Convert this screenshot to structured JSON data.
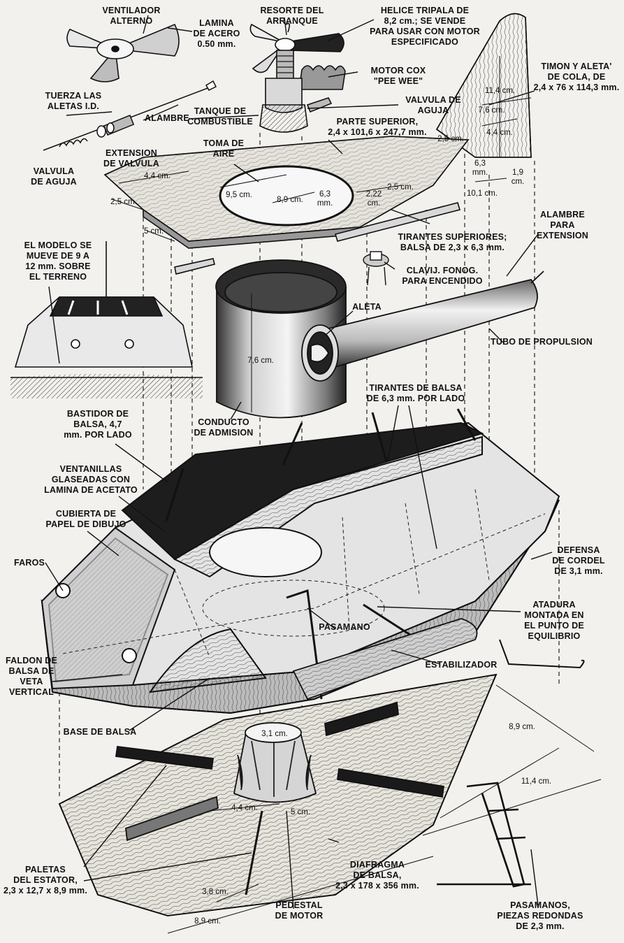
{
  "labels": {
    "ventilador": "VENTILADOR ALTERNO",
    "resorte": "RESORTE DEL ARRANQUE",
    "helice": "HELICE TRIPALA DE\n8,2 cm.; SE VENDE\nPARA USAR CON MOTOR\nESPECIFICADO",
    "lamina": "LAMINA\nDE ACERO\n0.50 mm.",
    "motor_cox": "MOTOR COX\n\"PEE WEE\"",
    "valvula_aguja_top": "VALVULA DE AGUJA",
    "timon": "TIMON Y ALETA'\nDE COLA, DE\n2,4 x 76 x 114,3 mm.",
    "tuerza": "TUERZA LAS\nALETAS I.D.",
    "alambre": "ALAMBRE",
    "tanque": "TANQUE DE\nCOMBUSTIBLE",
    "parte_superior": "PARTE SUPERIOR,\n2,4 x 101,6 x 247,7 mm.",
    "extension_valvula": "EXTENSION\nDE VALVULA",
    "valvula_aguja_left": "VALVULA\nDE AGUJA",
    "toma_aire": "TOMA DE\nAIRE",
    "tirantes_superiores": "TIRANTES SUPERIORES;\nBALSA DE 2,3 x 6,3 mm.",
    "alambre_extension": "ALAMBRE\nPARA\nEXTENSION",
    "modelo": "EL MODELO SE\nMUEVE DE 9 A\n12 mm. SOBRE\nEL TERRENO",
    "clavij": "CLAVIJ. FONOG.\nPARA ENCENDIDO",
    "aleta": "ALETA",
    "tubo": "TUBO DE PROPULSION",
    "conducto": "CONDUCTO\nDE ADMISION",
    "tirantes_balsa": "TIRANTES DE BALSA\nDE 6,3 mm. POR LADO",
    "bastidor": "BASTIDOR DE\nBALSA, 4,7\nmm. POR LADO",
    "ventanillas": "VENTANILLAS\nGLASEADAS CON\nLAMINA DE ACETATO",
    "cubierta": "CUBIERTA DE\nPAPEL DE DIBUJO",
    "faros": "FAROS",
    "defensa": "DEFENSA\nDE CORDEL\nDE 3,1 mm.",
    "atadura": "ATADURA\nMONTADA EN\nEL PUNTO DE\nEQUILIBRIO",
    "pasamano": "PASAMANO",
    "faldon": "FALDON DE\nBALSA DE\nVETA\nVERTICAL",
    "estabilizador": "ESTABILIZADOR",
    "base_balsa": "BASE DE BALSA",
    "paletas": "PALETAS\nDEL ESTATOR,\n2,3 x 12,7 x 8,9 mm.",
    "diafragma": "DIAFRAGMA\nDE BALSA,\n2,3 x 178 x 356 mm.",
    "pedestal": "PEDESTAL\nDE MOTOR",
    "pasamanos": "PASAMANOS,\nPIEZAS REDONDAS\nDE 2,3 mm."
  },
  "dimensions": {
    "d_4_4_top": "4,4 cm.",
    "d_2_5_left": "2,5 cm.",
    "d_5": "5 cm.",
    "d_9_5": "9,5 cm.",
    "d_8_9_top": "8,9 cm.",
    "d_6_3_mid": "6,3\nmm.",
    "d_2_22": "2,22\ncm.",
    "d_2_5_mid": "2,5 cm.",
    "d_10_1": "10,1 cm.",
    "d_11_4_tail": "11,4 cm.",
    "d_7_6_tail": "7,6 cm.",
    "d_4_4_tail": "4,4 cm.",
    "d_2_5_tail": "2,5 cm.",
    "d_6_3_tail": "6,3\nmm.",
    "d_1_9": "1,9\ncm.",
    "d_7_6_duct": "7,6 cm.",
    "d_3_1": "3,1 cm.",
    "d_8_9_right": "8,9 cm.",
    "d_11_4_right": "11,4 cm.",
    "d_4_4_bottom": "4,4 cm.",
    "d_5_bottom": "5 cm.",
    "d_3_8": "3,8 cm.",
    "d_8_9_bottom": "8,9 cm."
  },
  "colors": {
    "ink": "#111111",
    "paper": "#f2f1ee",
    "wood": "#dcd8cf"
  }
}
